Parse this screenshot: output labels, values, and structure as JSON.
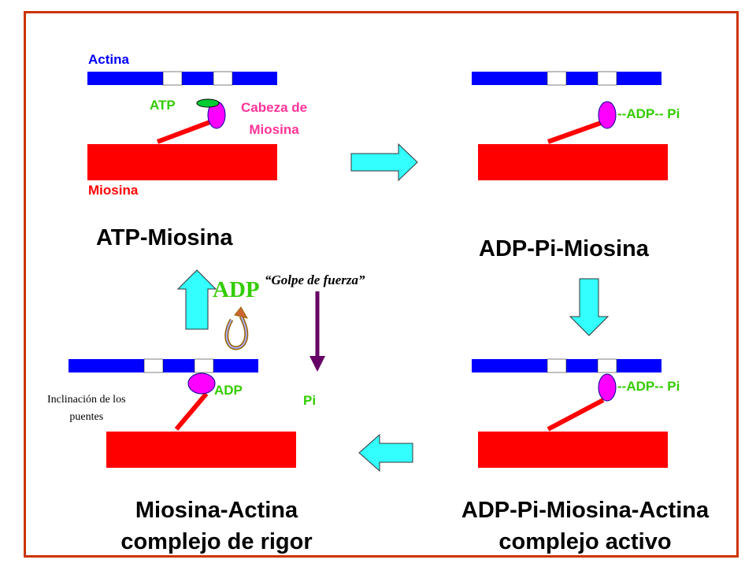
{
  "labels": {
    "actina": "Actina",
    "atp": "ATP",
    "cabeza_line1": "Cabeza de",
    "cabeza_line2": "Miosina",
    "miosina": "Miosina",
    "adp_pi_top": "--ADP-- Pi",
    "adp_pi_bottom": "--ADP-- Pi",
    "adp_bottom_left": "ADP",
    "pi": "Pi",
    "adp_released": "ADP",
    "golpe": "“Golpe de fuerza”",
    "inclinacion_line1": "Inclinación de los",
    "inclinacion_line2": "puentes"
  },
  "titles": {
    "atp_miosina": "ATP-Miosina",
    "adp_pi_miosina": "ADP-Pi-Miosina",
    "rigor_line1": "Miosina-Actina",
    "rigor_line2": "complejo de rigor",
    "activo_line1": "ADP-Pi-Miosina-Actina",
    "activo_line2": "complejo activo"
  },
  "colors": {
    "actin": "#0000ff",
    "myosin": "#ff0000",
    "head": "#ff00ff",
    "atp_green": "#00cc33",
    "arrow_cyan": "#33ffff",
    "label_green": "#33cc00",
    "label_blue": "#0000ff",
    "label_red": "#ff0000",
    "label_pink": "#ff3399",
    "power_stroke": "#660066",
    "frame": "#cc3300"
  }
}
